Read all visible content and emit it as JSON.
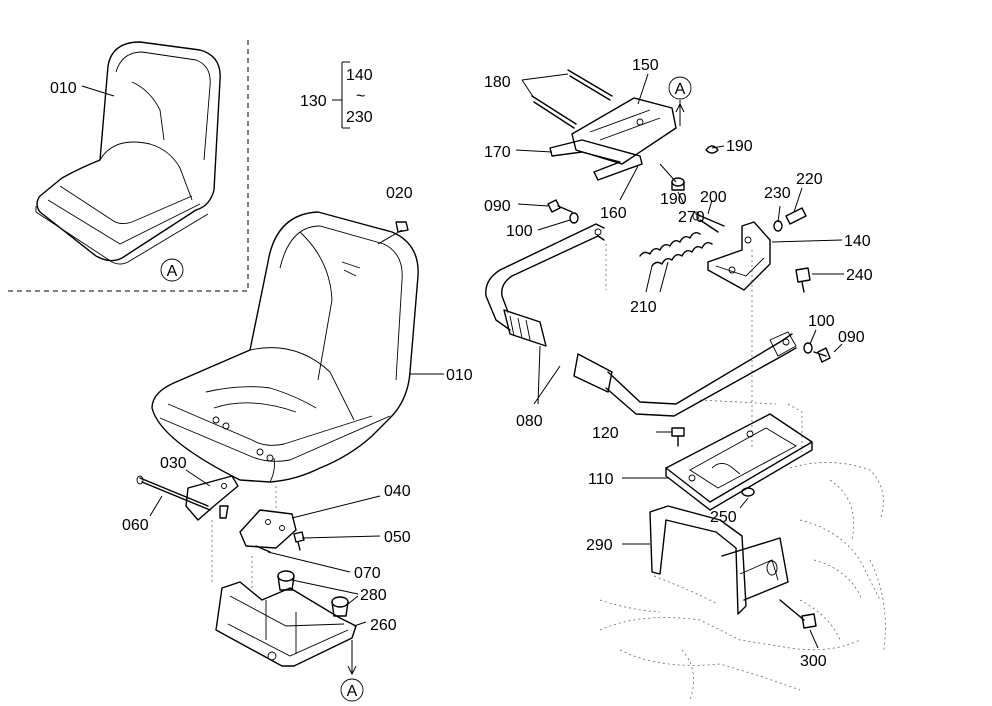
{
  "diagram": {
    "callouts": {
      "c010_inset": "010",
      "c130": "130",
      "c140_range": "140",
      "c_tilde": "~",
      "c230_range": "230",
      "c020": "020",
      "c010_main": "010",
      "c030": "030",
      "c060": "060",
      "c040": "040",
      "c050": "050",
      "c070": "070",
      "c280": "280",
      "c260": "260",
      "c180": "180",
      "c150": "150",
      "c170": "170",
      "c190a": "190",
      "c190b": "190",
      "c160": "160",
      "c270": "270",
      "c090a": "090",
      "c100a": "100",
      "c200": "200",
      "c230": "230",
      "c220": "220",
      "c140": "140",
      "c240": "240",
      "c210": "210",
      "c100b": "100",
      "c090b": "090",
      "c080": "080",
      "c120": "120",
      "c110": "110",
      "c250": "250",
      "c290": "290",
      "c300": "300"
    },
    "ref_markers": {
      "inset_marker": "A",
      "bottom_marker": "A",
      "top_marker": "A"
    }
  }
}
